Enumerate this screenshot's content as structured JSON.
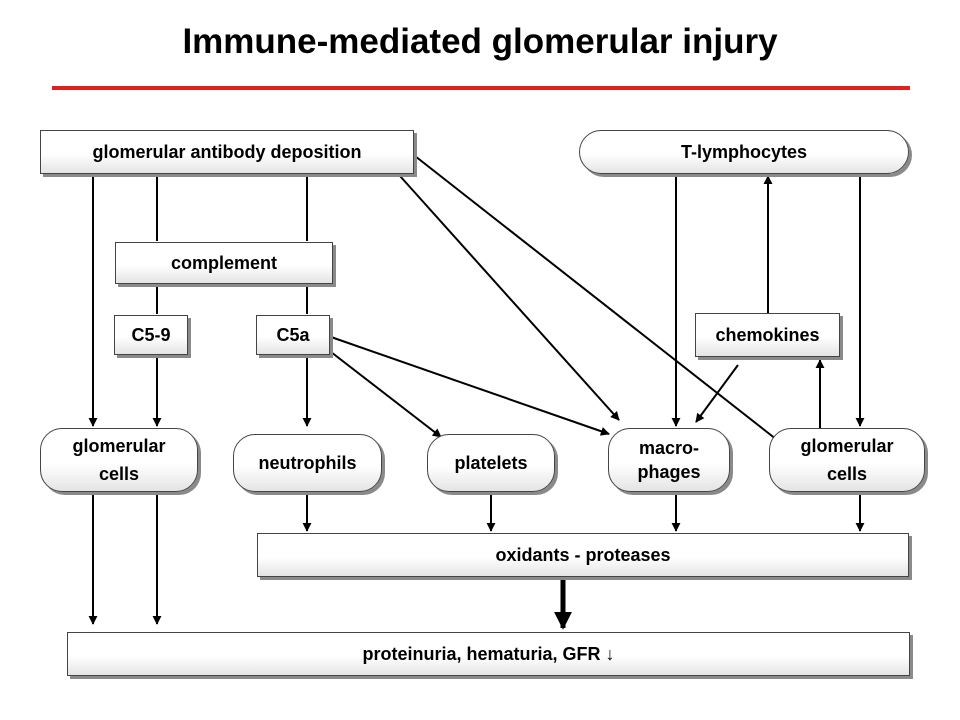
{
  "title": "Immune-mediated glomerular injury",
  "nodes": {
    "antibody_deposition": "glomerular antibody deposition",
    "t_lymphocytes": "T-lymphocytes",
    "complement": "complement",
    "c59": "C5-9",
    "c5a": "C5a",
    "chemokines": "chemokines",
    "glomerular_cells_left": [
      "glomerular",
      "cells"
    ],
    "neutrophils": "neutrophils",
    "platelets": "platelets",
    "macrophages": [
      "macro-",
      "phages"
    ],
    "glomerular_cells_right": [
      "glomerular",
      "cells"
    ],
    "oxidants_proteases": "oxidants - proteases",
    "outcome": "proteinuria, hematuria, GFR ↓"
  },
  "colors": {
    "title_rule": "#e0201c",
    "arrow": "#000000"
  }
}
